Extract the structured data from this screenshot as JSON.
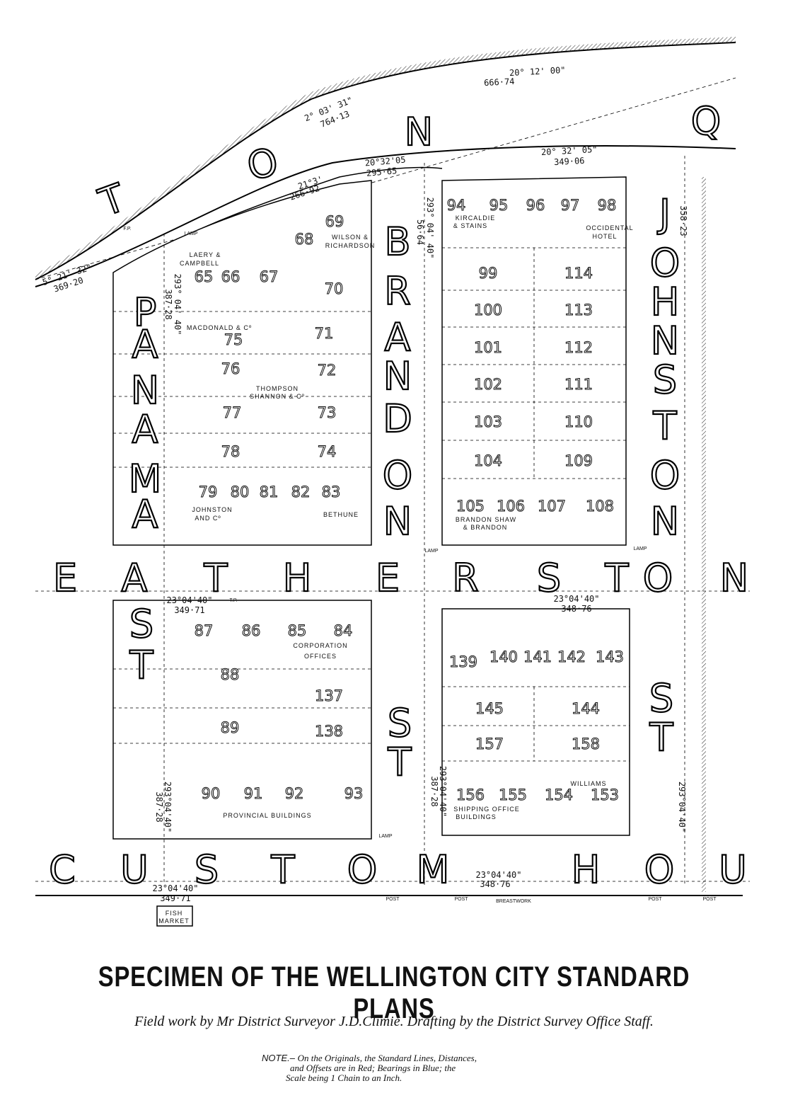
{
  "streets": {
    "top": [
      "T",
      "O",
      "N",
      "Q"
    ],
    "johnston": [
      "J",
      "O",
      "H",
      "N",
      "S",
      "T",
      "O",
      "N"
    ],
    "brandon": [
      "B",
      "R",
      "A",
      "N",
      "D",
      "O",
      "N"
    ],
    "panama": [
      "P",
      "A",
      "N",
      "A",
      "M",
      "A"
    ],
    "featherston": [
      "E",
      "A",
      "T",
      "H",
      "E",
      "R",
      "S",
      "T",
      "O",
      "N"
    ],
    "customhouse": [
      "C",
      "U",
      "S",
      "T",
      "O",
      "M",
      "H",
      "O",
      "U"
    ],
    "st_panama": [
      "S",
      "T"
    ],
    "st_brandon": [
      "S",
      "T"
    ],
    "st_johnston": [
      "S",
      "T"
    ]
  },
  "lots": [
    "65",
    "66",
    "67",
    "68",
    "69",
    "70",
    "71",
    "75",
    "76",
    "72",
    "77",
    "73",
    "78",
    "74",
    "79",
    "80",
    "81",
    "82",
    "83",
    "94",
    "95",
    "96",
    "97",
    "98",
    "99",
    "114",
    "100",
    "113",
    "101",
    "112",
    "102",
    "111",
    "103",
    "110",
    "104",
    "109",
    "105",
    "106",
    "107",
    "108",
    "87",
    "86",
    "85",
    "84",
    "88",
    "137",
    "89",
    "138",
    "90",
    "91",
    "92",
    "93",
    "139",
    "140",
    "141",
    "142",
    "143",
    "145",
    "144",
    "157",
    "158",
    "156",
    "155",
    "154",
    "153"
  ],
  "owners": [
    "LAERY &",
    "CAMPBELL",
    "WILSON &",
    "RICHARDSON",
    "MACDONALD & Cº",
    "THOMPSON",
    "SHANNON & Cº",
    "JOHNSTON",
    "AND Cº",
    "BETHUNE",
    "KIRCALDIE",
    "& STAINS",
    "OCCIDENTAL",
    "HOTEL",
    "BRANDON SHAW",
    "& BRANDON",
    "CORPORATION",
    "OFFICES",
    "PROVINCIAL  BUILDINGS",
    "SHIPPING OFFICE",
    "BUILDINGS",
    "WILLIAMS",
    "FISH",
    "MARKET"
  ],
  "bearings": [
    "20° 12' 00\"",
    "666·74",
    "2° 03' 31\"",
    "764·13",
    "20° 32' 05\"",
    "349·06",
    "20°32'05",
    "295·65",
    "21°3'",
    "266·92",
    "5° 21' 32\"",
    "369·20",
    "293° 04' 40\"",
    "56·64",
    "23°04'40\"",
    "349·71",
    "23°04'40\"",
    "348·76",
    "23°04'40\"",
    "349·71",
    "23°04'40\"",
    "348·76",
    "293° 04' 40\"",
    "387·28",
    "293°04'40\"",
    "387·28",
    "293°04'40\"",
    "387·28",
    "293°04'40\"",
    "358·23"
  ],
  "annotations": [
    "BREASTWORK",
    "POST",
    "POST",
    "POST",
    "POST",
    "LAMP",
    "LAMP",
    "LAMP",
    "LAMP",
    "F.P.",
    "T.P."
  ],
  "title": "SPECIMEN OF THE WELLINGTON CITY STANDARD PLANS",
  "credit": "Field work by Mr District Surveyor J.D.Climie.    Drafting by the District Survey Office Staff.",
  "note": {
    "lead": "NOTE.– ",
    "line1": "On the Originals, the Standard Lines, Distances,",
    "line2": "and Offsets are in Red; Bearings in Blue; the",
    "line3": "Scale being 1 Chain to an Inch."
  }
}
